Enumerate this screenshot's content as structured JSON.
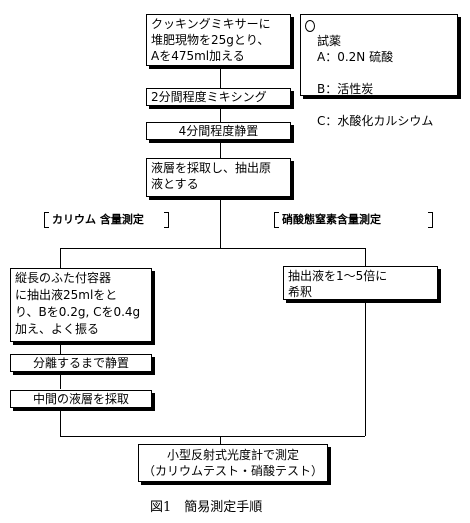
{
  "steps": {
    "mix": "クッキングミキサーに\n堆肥現物を25gとり、\nAを475ml加える",
    "mixing": "2分間程度ミキシング",
    "rest": "4分間程度静置",
    "collect": "液層を採取し、抽出原\n液とする",
    "potassium_prep": "縦長のふた付容器\nに抽出液25mlをと\nり、Bを0.2g, Cを0.4g\n加え、よく振る",
    "separate": "分離するまで静置",
    "middle": "中間の液層を採取",
    "dilute": "抽出液を1～5倍に\n希釈",
    "measure": "小型反射式光度計で測定\n（カリウムテスト・硝酸テスト）"
  },
  "branches": {
    "left": "カリウム 含量測定",
    "right": "硝酸態窒素含量測定"
  },
  "reagents": {
    "title": "試薬",
    "a": "A：0.2N 硫酸",
    "b": "B：活性炭",
    "c": "C：水酸化カルシウム"
  },
  "caption": "図1　簡易測定手順"
}
